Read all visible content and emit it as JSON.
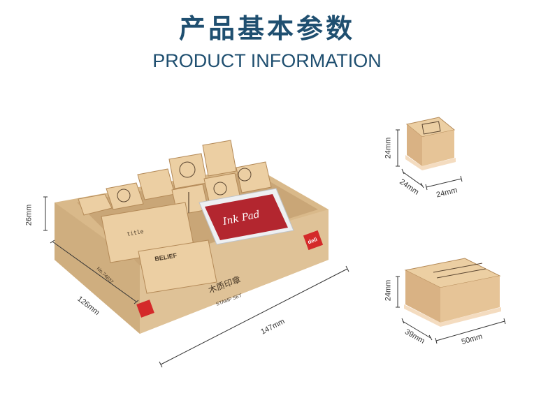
{
  "header": {
    "title_cn": "产品基本参数",
    "title_en": "PRODUCT INFORMATION"
  },
  "dimensions": {
    "set_height": "26mm",
    "set_depth": "126mm",
    "set_width": "147mm",
    "small_height": "24mm",
    "small_depth": "24mm",
    "small_width": "24mm",
    "large_height": "24mm",
    "large_depth": "39mm",
    "large_width": "50mm"
  },
  "product": {
    "box_label_cn": "木质印章",
    "box_label_en": "STAMP SET",
    "model": "No.74837",
    "brand": "deli",
    "inkpad_text": "Ink Pad",
    "stamp_text_title": "title",
    "stamp_text_belief": "BELIEF"
  },
  "colors": {
    "title": "#1f4f70",
    "wood": "#e6c79d",
    "kraft": "#d8b98d",
    "ink_red": "#b3262f",
    "brand_red": "#d42a2a"
  }
}
